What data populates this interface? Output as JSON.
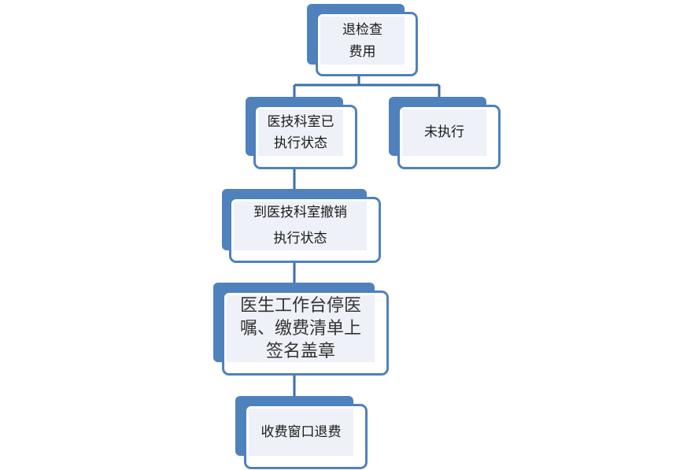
{
  "colors": {
    "accent": "#4f81bd",
    "connector": "#3b6ea8",
    "label_fill": "#eef1f8"
  },
  "nodes": {
    "root": "退检查\n费用",
    "executed": "医技科室已\n执行状态",
    "not_executed": "未执行",
    "revoke": "到医技科室撤销\n执行状态",
    "stop_order": "医生工作台停医\n嘱、缴费清单上\n签名盖章",
    "refund": "收费窗口退费"
  }
}
